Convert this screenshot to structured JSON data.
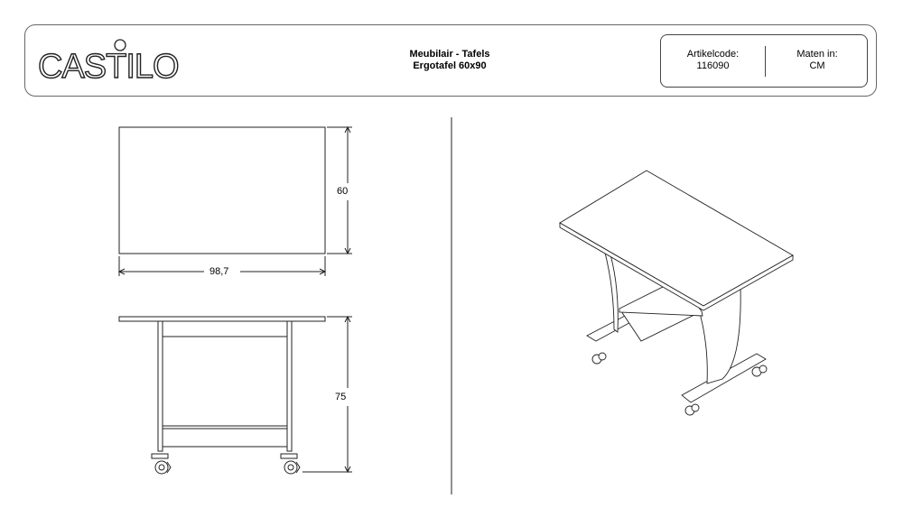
{
  "header": {
    "logo_text": "CASTILO",
    "category": "Meubilair - Tafels",
    "product": "Ergotafel 60x90",
    "article_label": "Artikelcode:",
    "article_code": "116090",
    "units_label": "Maten in:",
    "units_value": "CM"
  },
  "dimensions": {
    "depth": "60",
    "width": "98,7",
    "height": "75"
  }
}
